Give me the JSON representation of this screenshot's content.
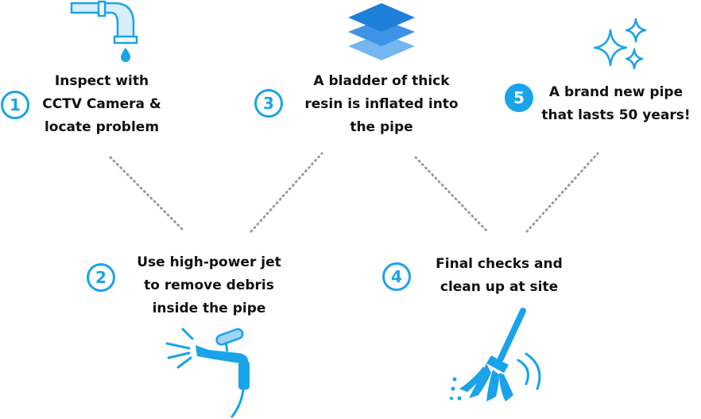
{
  "colors": {
    "accent": "#1aa3e8",
    "accent_dark": "#1e7fd9",
    "accent_light": "#9fd4f5",
    "text": "#111111",
    "dots": "#9a9a9a"
  },
  "steps": [
    {
      "number": "1",
      "lines": [
        "Inspect with",
        "CCTV Camera &",
        "locate problem"
      ],
      "icon": "pipe-with-drip-icon"
    },
    {
      "number": "2",
      "lines": [
        "Use high-power jet",
        "to remove debris",
        "inside the pipe"
      ],
      "icon": "spray-gun-icon"
    },
    {
      "number": "3",
      "lines": [
        "A bladder of thick",
        "resin is inflated into",
        "the pipe"
      ],
      "icon": "layers-icon"
    },
    {
      "number": "4",
      "lines": [
        "Final checks and",
        "clean up at site"
      ],
      "icon": "broom-icon"
    },
    {
      "number": "5",
      "lines": [
        "A brand new pipe",
        "that lasts 50 years!"
      ],
      "icon": "sparkles-icon"
    }
  ]
}
